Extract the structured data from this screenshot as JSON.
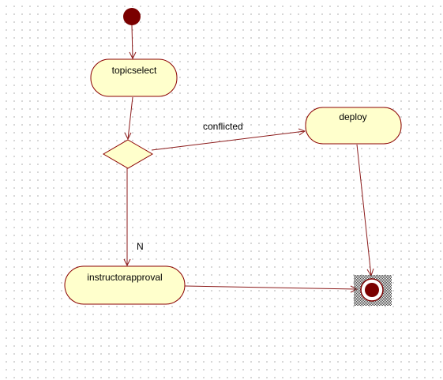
{
  "diagram": {
    "colors": {
      "node_fill": "#ffffcc",
      "node_stroke": "#8b0000",
      "edge_stroke": "#8b1a1a",
      "terminal_fill": "#7a0000"
    },
    "nodes": {
      "topicselect": {
        "label": "topicselect"
      },
      "deploy": {
        "label": "deploy"
      },
      "instructorapproval": {
        "label": "instructorapproval"
      }
    },
    "edges": {
      "conflicted": {
        "label": "conflicted"
      },
      "no": {
        "label": "N"
      }
    }
  }
}
